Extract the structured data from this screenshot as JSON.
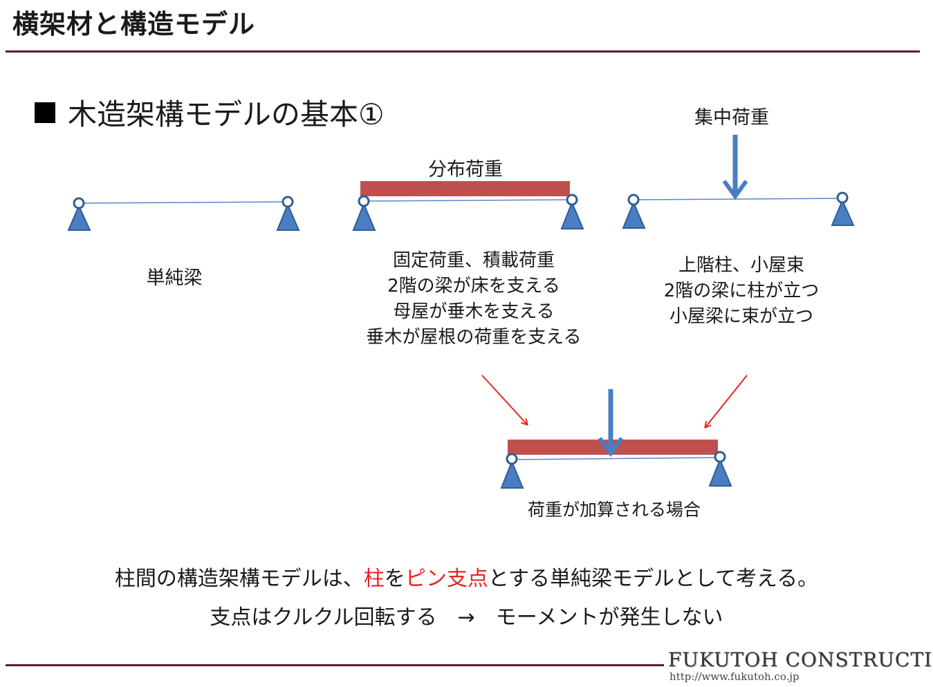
{
  "header": {
    "title": "横架材と構造モデル"
  },
  "section": {
    "heading": "木造架構モデルの基本①"
  },
  "diagrams": {
    "simple_beam": {
      "caption": "単純梁"
    },
    "distributed": {
      "load_label": "分布荷重",
      "notes": [
        "固定荷重、積載荷重",
        "2階の梁が床を支える",
        "母屋が垂木を支える",
        "垂木が屋根の荷重を支える"
      ]
    },
    "concentrated": {
      "load_label": "集中荷重",
      "notes": [
        "上階柱、小屋束",
        "2階の梁に柱が立つ",
        "小屋梁に束が立つ"
      ]
    },
    "combined": {
      "caption": "荷重が加算される場合"
    }
  },
  "summary": {
    "line1_a": "柱間の構造架構モデルは、",
    "line1_red1": "柱",
    "line1_b": "を",
    "line1_red2": "ピン支点",
    "line1_c": "とする単純梁モデルとして考える。",
    "line2": "支点はクルクル回転する　→　モーメントが発生しない"
  },
  "footer": {
    "company": "FUKUTOH CONSTRUCTION",
    "url": "http://www.fukutoh.co.jp"
  },
  "colors": {
    "accent_rule": "#5a1a35",
    "support_fill": "#4a7ec2",
    "support_stroke": "#2f5d94",
    "load_bar": "#c0504d",
    "arrow": "#4a7ec2",
    "highlight": "#e8241f"
  }
}
